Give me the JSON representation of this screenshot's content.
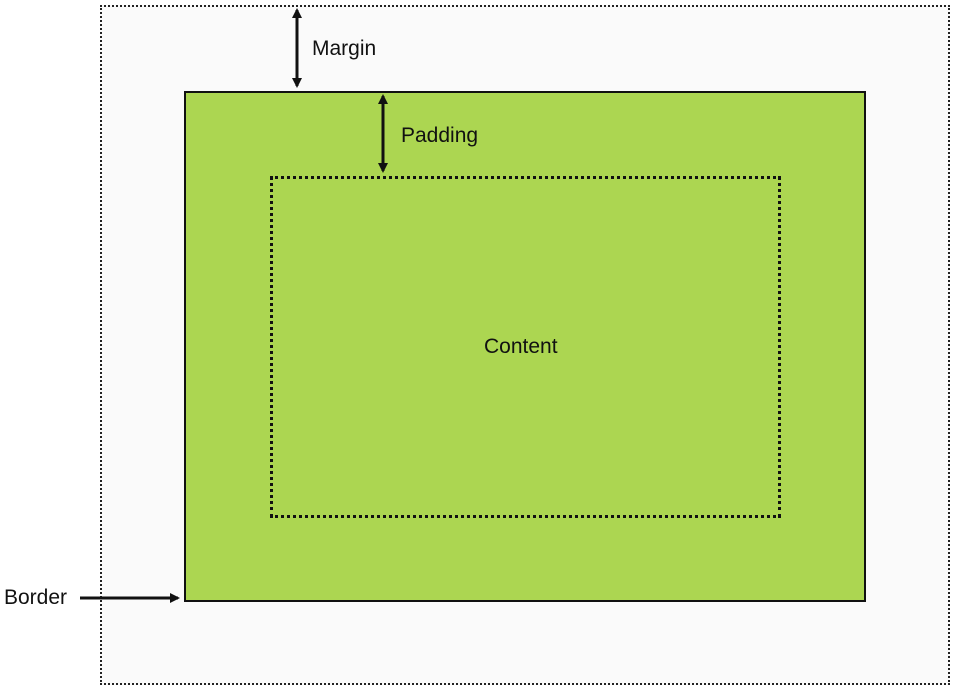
{
  "diagram": {
    "labels": {
      "margin": "Margin",
      "padding": "Padding",
      "content": "Content",
      "border": "Border"
    },
    "colors": {
      "padding_fill": "#acd651",
      "margin_fill": "#fafafa",
      "outline": "#111111",
      "background": "#ffffff"
    }
  }
}
